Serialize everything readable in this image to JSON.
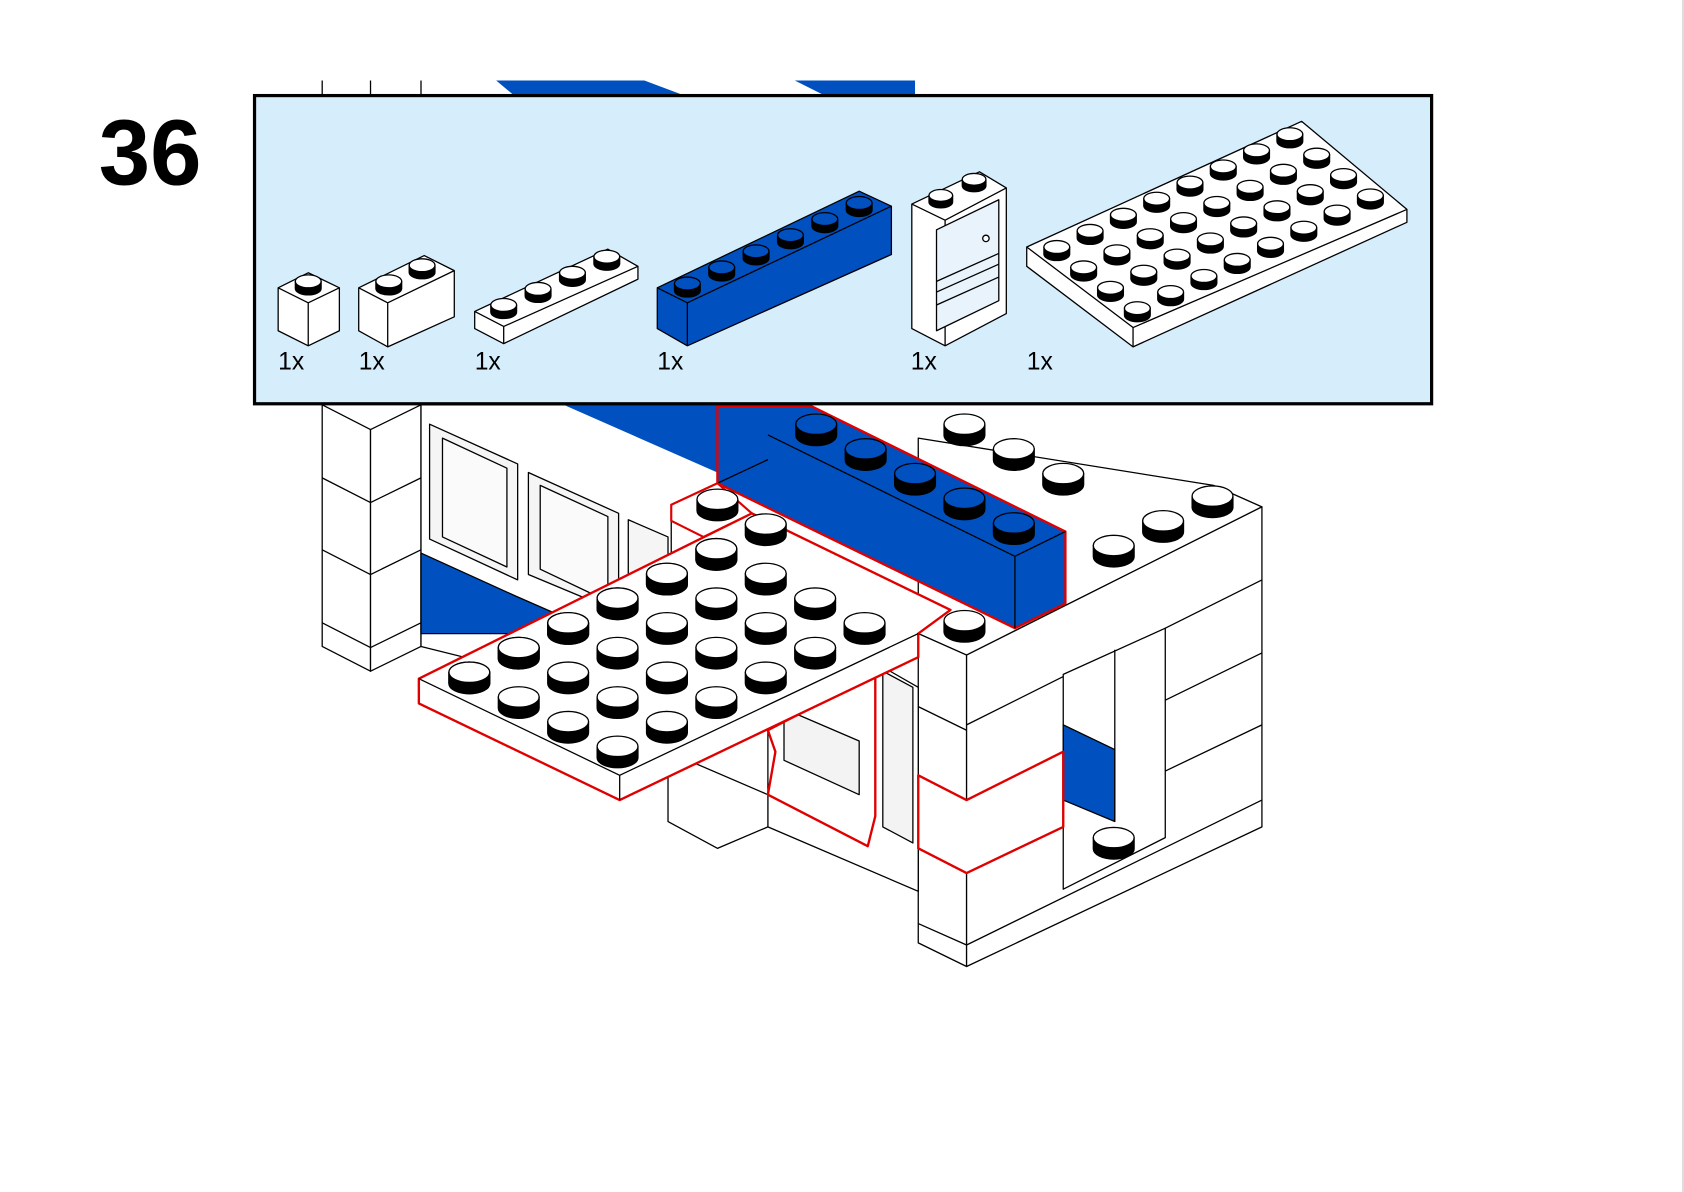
{
  "step_number": "36",
  "parts_list": [
    {
      "name": "brick-1x1",
      "color": "white",
      "quantity": "1x"
    },
    {
      "name": "brick-1x2",
      "color": "white",
      "quantity": "1x"
    },
    {
      "name": "plate-1x4",
      "color": "white",
      "quantity": "1x"
    },
    {
      "name": "brick-1x6",
      "color": "blue",
      "quantity": "1x"
    },
    {
      "name": "door-1x1x3",
      "color": "white",
      "quantity": "1x"
    },
    {
      "name": "plate-4x8",
      "color": "white",
      "quantity": "1x"
    }
  ],
  "colors": {
    "parts_panel_bg": "#d6edfc",
    "brick_blue": "#0050c0",
    "highlight_red": "#e00000",
    "brick_white": "#ffffff"
  }
}
